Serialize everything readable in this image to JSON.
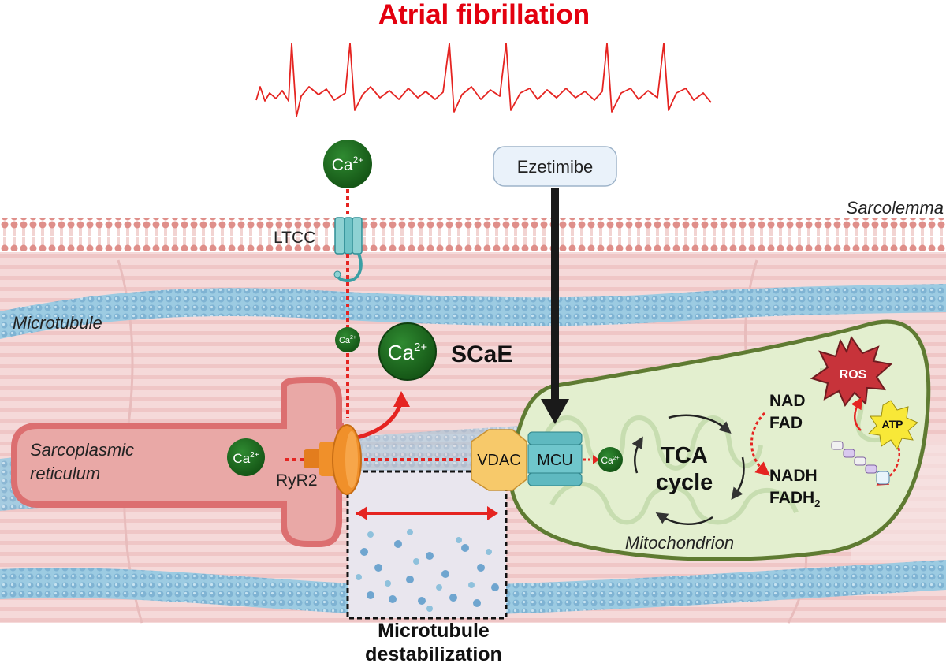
{
  "title": "Atrial fibrillation",
  "labels": {
    "sarcolemma": "Sarcolemma",
    "microtubule": "Microtubule",
    "ltcc": "LTCC",
    "ryr2": "RyR2",
    "sr_line1": "Sarcoplasmic",
    "sr_line2": "reticulum",
    "ezetimibe": "Ezetimibe",
    "vdac": "VDAC",
    "mcu": "MCU",
    "scae": "SCaE",
    "tca_line1": "TCA",
    "tca_line2": "cycle",
    "nad": "NAD",
    "fad": "FAD",
    "nadh": "NADH",
    "fadh": "FADH",
    "fadh_sub": "2",
    "ros": "ROS",
    "atp": "ATP",
    "mitochondrion": "Mitochondrion",
    "destab_line1": "Microtubule",
    "destab_line2": "destabilization"
  },
  "ion": {
    "base": "Ca",
    "charge": "2+"
  },
  "colors": {
    "title_red": "#e3000f",
    "arrow_red": "#e52421",
    "calcium_green": "#1e6b1f",
    "membrane_red": "#d97b76",
    "microtubule_blue": "#8fc1dc",
    "sr_pink": "#e8a5a4",
    "mito_green": "#e3efcf",
    "mito_border": "#5f7b32",
    "ryr2_orange": "#f0902a",
    "vdac_yellow": "#f7c96a",
    "mcu_teal": "#5fb9c0",
    "ltcc_teal": "#8ed2d3",
    "ros_red": "#c7333a",
    "atp_yellow": "#f8e838"
  }
}
